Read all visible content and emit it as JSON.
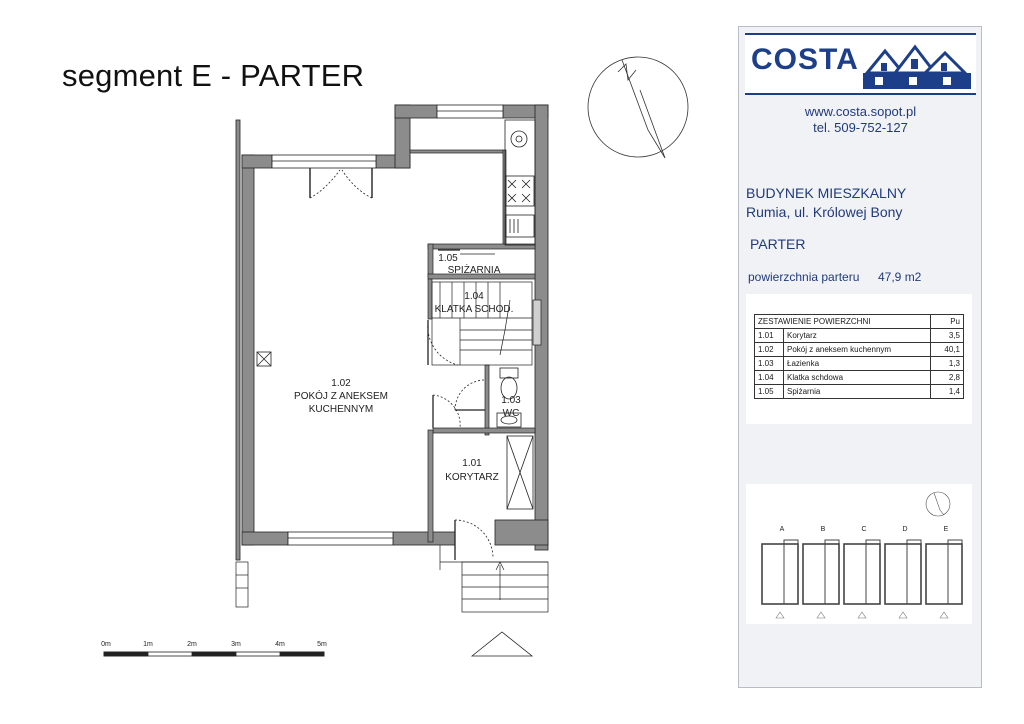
{
  "title": "segment E  - PARTER",
  "rooms": [
    {
      "num": "1.02",
      "name_line1": "POKÓJ Z ANEKSEM",
      "name_line2": "KUCHENNYM"
    },
    {
      "num": "1.05",
      "name": "SPIŻARNIA"
    },
    {
      "num": "1.04",
      "name": "KLATKA SCHOD."
    },
    {
      "num": "1.03",
      "name": "WC"
    },
    {
      "num": "1.01",
      "name": "KORYTARZ"
    }
  ],
  "scale_bar": {
    "ticks": [
      "0m",
      "1m",
      "2m",
      "3m",
      "4m",
      "5m"
    ]
  },
  "info_panel": {
    "logo": "COSTA",
    "website": "www.costa.sopot.pl",
    "phone": "tel. 509-752-127",
    "building_type": "BUDYNEK MIESZKALNY",
    "address": "Rumia, ul. Królowej Bony",
    "floor": "PARTER",
    "area_label": "powierzchnia  parteru",
    "area_value": "47,9 m2"
  },
  "area_table": {
    "header": "ZESTAWIENIE POWIERZCHNI",
    "unit_header": "Pu",
    "rows": [
      {
        "num": "1.01",
        "name": "Korytarz",
        "area": "3,5"
      },
      {
        "num": "1.02",
        "name": "Pokój  z aneksem kuchennym",
        "area": "40,1"
      },
      {
        "num": "1.03",
        "name": "Łazienka",
        "area": "1,3"
      },
      {
        "num": "1.04",
        "name": "Klatka schdowa",
        "area": "2,8"
      },
      {
        "num": "1.05",
        "name": "Spiżarnia",
        "area": "1,4"
      }
    ]
  },
  "key_plan": {
    "segments": [
      "A",
      "B",
      "C",
      "D",
      "E"
    ]
  },
  "colors": {
    "wall": "#8c8c8c",
    "brand": "#1d3f8a",
    "panel": "#f1f2f6"
  }
}
